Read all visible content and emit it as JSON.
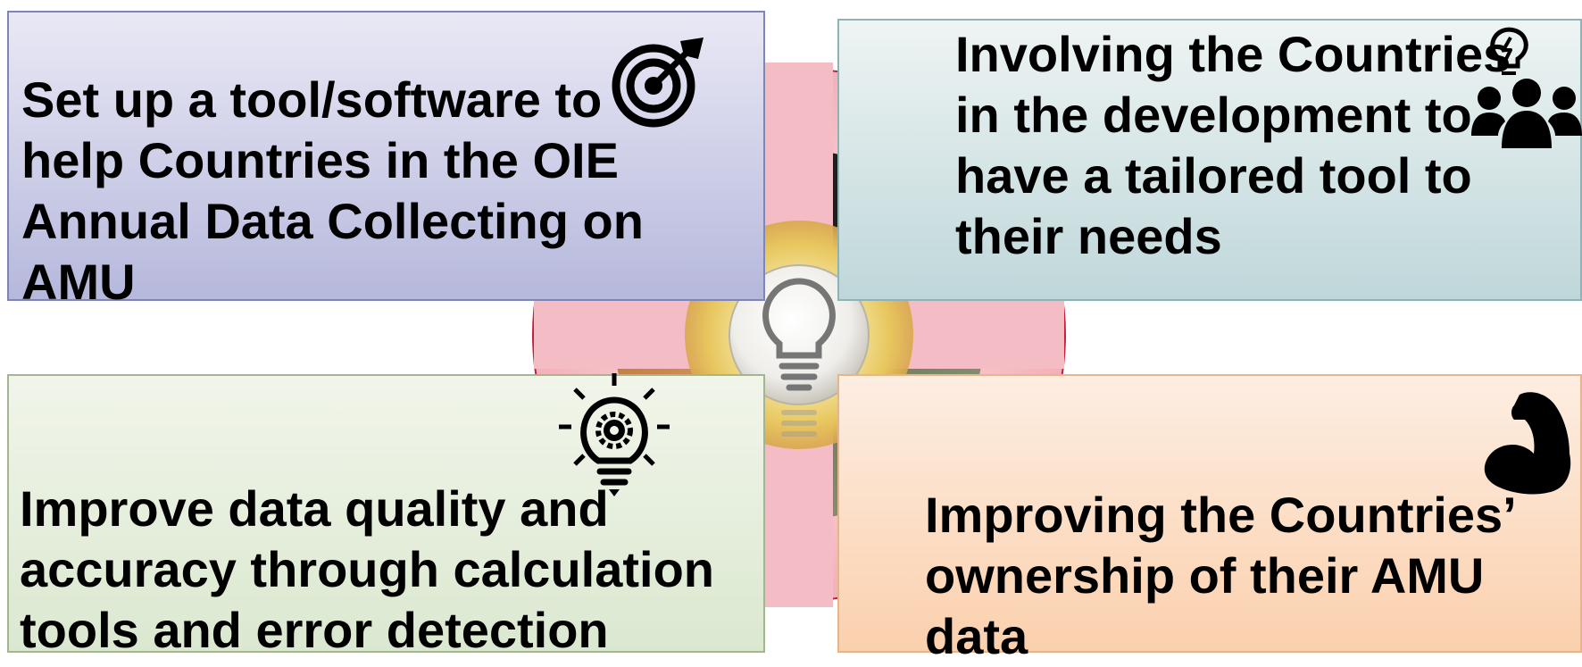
{
  "quadrants": {
    "top_left": {
      "lines": [
        "Set up a tool/software to",
        "help Countries in the OIE",
        "Annual Data Collecting on",
        "AMU"
      ],
      "icon": "target-icon",
      "color": "#b6b8dc"
    },
    "top_right": {
      "lines": [
        "Involving the Countries",
        "in the development to",
        "have a tailored tool to",
        "their needs"
      ],
      "icon": "team-idea-icon",
      "color": "#bfd7da"
    },
    "bottom_left": {
      "lines": [
        "Improve data quality and",
        "accuracy through calculation",
        "tools and error detection"
      ],
      "icon": "lightbulb-gear-icon",
      "color": "#dbe8d0"
    },
    "bottom_right": {
      "lines": [
        "Improving the Countries’",
        "ownership of their AMU",
        "data"
      ],
      "icon": "flexed-arm-icon",
      "color": "#fbd0ad"
    }
  },
  "center": {
    "icon": "lightbulb-icon",
    "colors": {
      "cross": "#f4b8c0",
      "ring_dark": "#2b2b2b",
      "glow": "#e8c967"
    }
  }
}
